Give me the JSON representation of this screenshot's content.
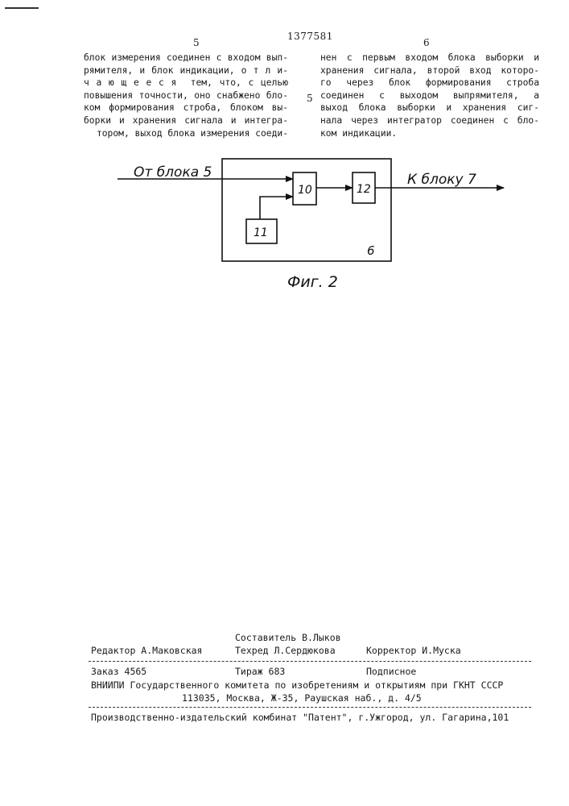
{
  "header": {
    "patent_number": "1377581",
    "left_page": "5",
    "right_page": "6",
    "margin_line_number": "5"
  },
  "left_column": [
    "блок измерения соединен с входом вып-",
    "рямителя, и блок индикации, о т л и-",
    "ч а ю щ е е с я  тем, что, с целью",
    "повышения точности, оно снабжено бло-",
    "ком формирования строба, блоком вы-",
    "борки и хранения сигнала и интегра-",
    "тором, выход блока измерения соеди-"
  ],
  "right_column": [
    "нен с первым входом блока выборки и",
    "хранения сигнала, второй вход которо-",
    "го через блок формирования строба",
    "соединен с выходом выпрямителя, а",
    "выход блока выборки и хранения сиг-",
    "нала через интегратор соединен с бло-",
    "ком индикации."
  ],
  "figure": {
    "input_label": "От блока 5",
    "output_label": "К блоку 7",
    "block_10": "10",
    "block_11": "11",
    "block_12": "12",
    "frame_label": "6",
    "caption": "Фиг. 2"
  },
  "footer": {
    "compiler": "Составитель В.Лыков",
    "editor": "Редактор А.Маковская",
    "techred": "Техред Л.Сердюкова",
    "corrector": "Корректор И.Муска",
    "order": "Заказ 4565",
    "circulation": "Тираж 683",
    "subscription": "Подписное",
    "institute": "ВНИИПИ Государственного комитета по изобретениям и открытиям при ГКНТ СССР",
    "address": "113035, Москва, Ж-35, Раушская наб., д. 4/5",
    "printer": "Производственно-издательский комбинат \"Патент\", г.Ужгород, ул. Гагарина,101"
  }
}
